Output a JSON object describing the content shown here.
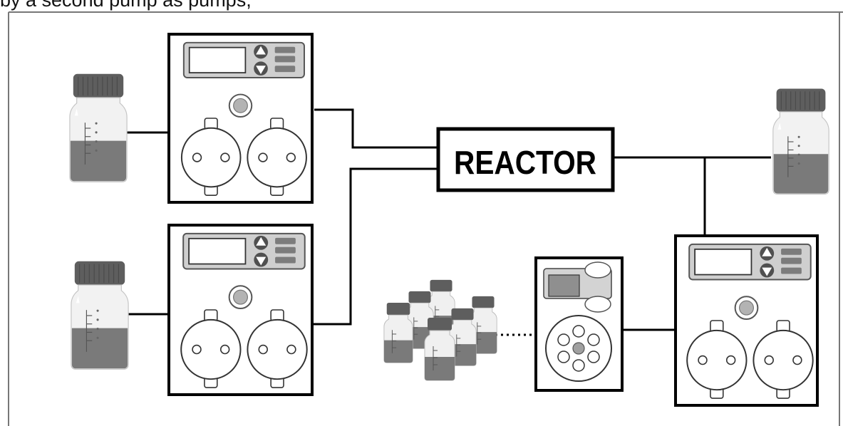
{
  "caption": "by a second pump as pumps,",
  "reactor": {
    "label": "REACTOR"
  },
  "colors": {
    "frame": "#777777",
    "line": "#000000",
    "liquid": "#7a7a7a",
    "cap": "#5e5e5e",
    "display_panel": "#cfcfcf",
    "screen": "#a9a9a9"
  },
  "components": {
    "source_bottles": [
      {
        "name": "source-bottle-top",
        "icon": "media-bottle-icon"
      },
      {
        "name": "source-bottle-bottom",
        "icon": "media-bottle-icon"
      }
    ],
    "pumps": [
      {
        "name": "pump-top-left",
        "icon": "dual-head-pump-icon"
      },
      {
        "name": "pump-bottom-left",
        "icon": "dual-head-pump-icon"
      },
      {
        "name": "pump-right",
        "icon": "dual-head-pump-icon"
      }
    ],
    "autosampler": {
      "icon": "autosampler-icon"
    },
    "sample_vials": {
      "icon": "sample-vial-cluster-icon",
      "count": 6
    },
    "collection_bottle": {
      "icon": "media-bottle-icon"
    }
  }
}
